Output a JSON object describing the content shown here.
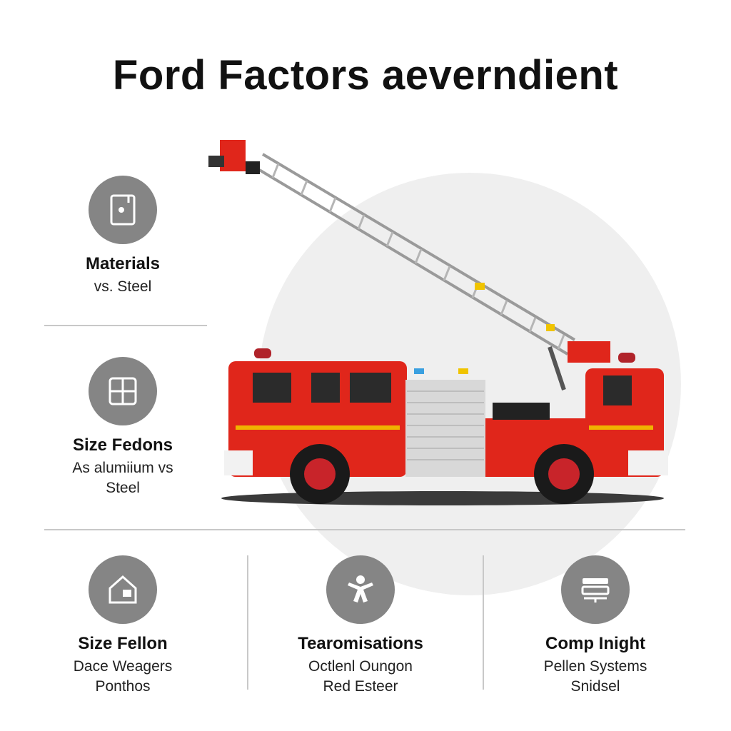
{
  "title": "Ford Factors aeverndient",
  "features": [
    {
      "title": "Materials",
      "lines": [
        "vs. Steel"
      ],
      "icon": "panel-icon"
    },
    {
      "title": "Size Fedons",
      "lines": [
        "As alumiium vs",
        "Steel"
      ],
      "icon": "grid-icon"
    },
    {
      "title": "Size Fellon",
      "lines": [
        "Dace Weagers",
        "Ponthos"
      ],
      "icon": "house-icon"
    },
    {
      "title": "Tearomisations",
      "lines": [
        "Octlenl Oungon",
        "Red Esteer"
      ],
      "icon": "person-icon"
    },
    {
      "title": "Comp Inight",
      "lines": [
        "Pellen Systems",
        "Snidsel"
      ],
      "icon": "stack-icon"
    }
  ],
  "colors": {
    "icon_bg": "#858585",
    "truck_red": "#e0261b",
    "stripe": "#f0b400"
  }
}
